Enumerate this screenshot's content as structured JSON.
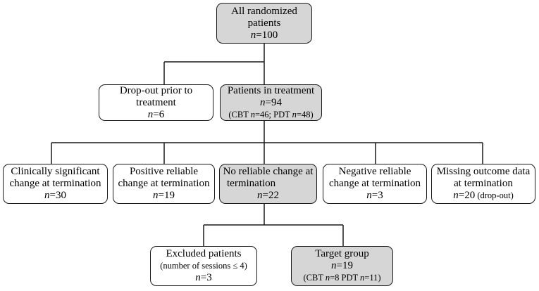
{
  "boxes": {
    "all_randomized": {
      "line1": "All randomized",
      "line2": "patients",
      "n_label": "n",
      "n_value": "=100"
    },
    "dropout_prior": {
      "line1": "Drop-out prior to",
      "line2": "treatment",
      "n_label": "n",
      "n_value": "=6"
    },
    "in_treatment": {
      "line1": "Patients in treatment",
      "n_label": "n",
      "n_value": "=94",
      "detail_prefix": "(CBT ",
      "detail_n1": "n",
      "detail_mid": "=46; PDT ",
      "detail_n2": "n",
      "detail_suffix": "=48)"
    },
    "clinically_significant": {
      "line1": "Clinically significant",
      "line2": "change at termination",
      "n_label": "n",
      "n_value": "=30"
    },
    "positive_reliable": {
      "line1": "Positive reliable",
      "line2": "change at termination",
      "n_label": "n",
      "n_value": "=19"
    },
    "no_reliable": {
      "line1": "No reliable change at",
      "line2": "termination",
      "n_label": "n",
      "n_value": "=22"
    },
    "negative_reliable": {
      "line1": "Negative reliable",
      "line2": "change at termination",
      "n_label": "n",
      "n_value": "=3"
    },
    "missing_outcome": {
      "line1": "Missing outcome data",
      "line2": "at termination",
      "n_label": "n",
      "n_value": "=20",
      "note": " (drop-out)"
    },
    "excluded": {
      "line1": "Excluded patients",
      "line2": "(number of sessions ≤ 4)",
      "n_label": "n",
      "n_value": "=3"
    },
    "target_group": {
      "line1": "Target group",
      "n_label": "n",
      "n_value": "=19",
      "detail_prefix": "(CBT ",
      "detail_n1": "n",
      "detail_mid": "=8 PDT ",
      "detail_n2": "n",
      "detail_suffix": "=11)"
    }
  },
  "colors": {
    "shaded_fill": "#d6d6d6",
    "plain_fill": "#ffffff",
    "stroke": "#1a1a1a"
  }
}
